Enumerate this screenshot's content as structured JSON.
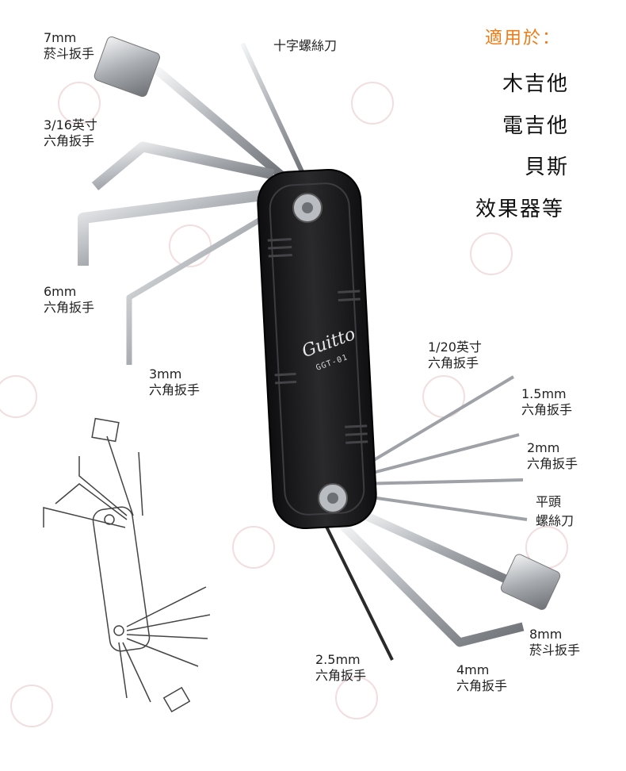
{
  "brand": {
    "logo_text": "Guitto",
    "model": "GGT-01"
  },
  "applicable": {
    "title": "適用於：",
    "items": [
      "木吉他",
      "電吉他",
      "貝斯",
      "效果器等"
    ]
  },
  "labels": {
    "socket7": {
      "line1": "7mm",
      "line2": "菸斗扳手"
    },
    "hex316": {
      "line1": "3/16英寸",
      "line2": "六角扳手"
    },
    "hex6": {
      "line1": "6mm",
      "line2": "六角扳手"
    },
    "hex3": {
      "line1": "3mm",
      "line2": "六角扳手"
    },
    "phillips": {
      "line1": "十字螺絲刀"
    },
    "hex120": {
      "line1": "1/20英寸",
      "line2": "六角扳手"
    },
    "hex15": {
      "line1": "1.5mm",
      "line2": "六角扳手"
    },
    "hex2": {
      "line1": "2mm",
      "line2": "六角扳手"
    },
    "flat": {
      "line1": "平頭",
      "line2": "螺絲刀"
    },
    "socket8": {
      "line1": "8mm",
      "line2": "菸斗扳手"
    },
    "hex25": {
      "line1": "2.5mm",
      "line2": "六角扳手"
    },
    "hex4": {
      "line1": "4mm",
      "line2": "六角扳手"
    }
  },
  "colors": {
    "accent": "#f07a14",
    "body": "#1d1d1f",
    "steel": "#c9ccd0"
  }
}
